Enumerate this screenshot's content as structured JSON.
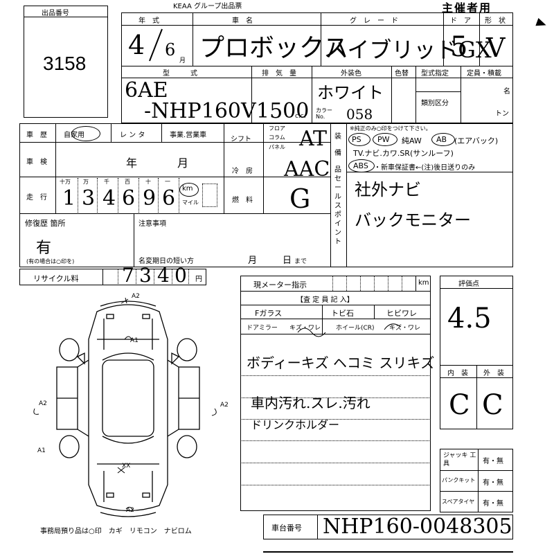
{
  "header": {
    "top_banner": "KEAA グループ出品票",
    "organizer": "主催者用"
  },
  "lot": {
    "label": "出品番号",
    "number": "3158"
  },
  "row1": {
    "year_label": "年　式",
    "year_value": "4",
    "month_value": "6",
    "month_unit": "月",
    "name_label": "車　名",
    "name_value": "プロボックス",
    "grade_label": "グ　レ　ー　ド",
    "grade_value": "ハイブリッドGX",
    "door_label": "ド　ア",
    "door_value": "5",
    "shape_label": "形　状",
    "shape_value": "V"
  },
  "row2": {
    "model_label": "型　　　式",
    "model_line1": "6AE",
    "model_line2": "-NHP160V",
    "disp_label": "排　気　量",
    "disp_value": "1500",
    "cc_unit": "c.c.",
    "color_label": "外装色",
    "color_change_label": "色替",
    "color_value": "ホワイト",
    "color_no_label": "カラー No.",
    "color_no_value": "058",
    "type_label": "型式指定",
    "class_label": "類別区分",
    "capacity_label": "定員・積載",
    "capacity_unit1": "名",
    "capacity_unit2": "トン"
  },
  "history": {
    "label": "車　歴",
    "opt1": "自家用",
    "opt2": "レ ン タ",
    "opt3": "事業.営業車",
    "inspection_label": "車　検",
    "year_unit": "年",
    "month_unit": "月",
    "mileage_label": "走　行",
    "digit_labels": [
      "十万",
      "万",
      "千",
      "百",
      "十",
      "一"
    ],
    "digits": [
      "1",
      "3",
      "4",
      "6",
      "9",
      "6"
    ],
    "km_unit": "km",
    "mile_unit": "マイル"
  },
  "shift": {
    "shift_label": "シフト",
    "shift_opts": [
      "フロア",
      "コラム",
      "パネル"
    ],
    "shift_value": "AT",
    "ac_label": "冷　房",
    "ac_value": "AAC",
    "fuel_label": "燃　料",
    "fuel_value": "G"
  },
  "equipment": {
    "label": "装備品",
    "note": "※純正のみ○印をつけて下さい。",
    "line1": [
      "PS",
      "PW",
      "純AW",
      "AB",
      "(エアバック)"
    ],
    "line2": "TV.ナビ.カワ.SR(サンルーフ)",
    "line3_abs": "ABS",
    "line3_rest": "・新車保証書←(注)後日送りのみ"
  },
  "sales_point": {
    "label": "セールスポイント",
    "line1": "社外ナビ",
    "line2": "バックモニター"
  },
  "repair": {
    "label": "修復歴 箇所",
    "value": "有",
    "note": "(有の場合は○印を)"
  },
  "notice": {
    "label": "注意事項",
    "short_title": "名変期日の短い方",
    "month_unit": "月",
    "day_unit": "日",
    "made": "まで"
  },
  "recycle": {
    "label": "リサイクル料",
    "digits": [
      "7",
      "3",
      "4",
      "0"
    ],
    "unit": "円"
  },
  "meter": {
    "label": "現メーター指示",
    "unit": "km"
  },
  "inspector": {
    "title": "【査 定 員 記 入】",
    "f_glass": "Fガラス",
    "tobi": "トビ石",
    "hibi": "ヒビワレ",
    "door_mirror": "ドアミラー",
    "mirror_items": "キズ・ワレ",
    "wheel": "ホイール(CR)",
    "wheel_items": "キズ・ワレ",
    "note1": "ボディーキズ ヘコミ スリキズ",
    "note2": "車内汚れ.スレ.汚れ",
    "note3": "ドリンクホルダー"
  },
  "grade": {
    "label": "評価点",
    "value": "4.5",
    "interior_label": "内　装",
    "exterior_label": "外　装",
    "interior_value": "C",
    "exterior_value": "C"
  },
  "tools": {
    "jack_label": "ジャッキ 工 具",
    "puncture_label": "パンクキット",
    "spare_label": "スペアタイヤ",
    "yes_no": "有・無"
  },
  "chassis": {
    "label": "車台番号",
    "value": "NHP160-0048305"
  },
  "footer": {
    "text": "事務局預り品は○印　カギ　リモコン　ナビロム"
  },
  "damage_marks": {
    "top": "A2",
    "front": "A1",
    "left": "A2",
    "left2": "A1",
    "right": "A2",
    "rear": "XX",
    "rear2": "A2"
  }
}
